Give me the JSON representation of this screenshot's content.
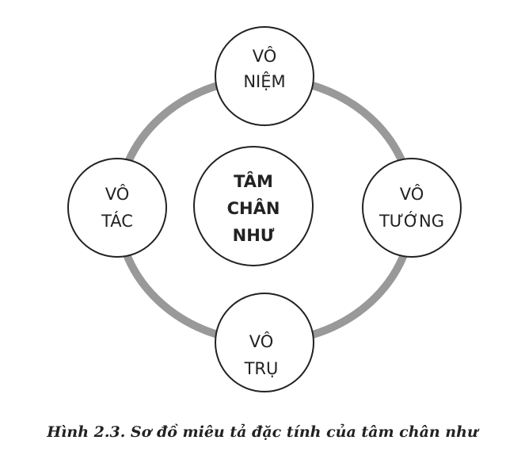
{
  "center": {
    "lines": [
      "TÂM",
      "CHÂN",
      "NHƯ"
    ]
  },
  "nodes": {
    "top": {
      "lines": [
        "VÔ",
        "NIỆM"
      ]
    },
    "right": {
      "lines": [
        "VÔ",
        "TƯỚNG"
      ]
    },
    "bottom": {
      "lines": [
        "VÔ",
        "TRỤ"
      ]
    },
    "left": {
      "lines": [
        "VÔ",
        "TÁC"
      ]
    }
  },
  "caption": "Hình 2.3. Sơ đồ miêu tả đặc tính của tâm chân như",
  "colors": {
    "ring": "#999999",
    "stroke": "#222222"
  }
}
